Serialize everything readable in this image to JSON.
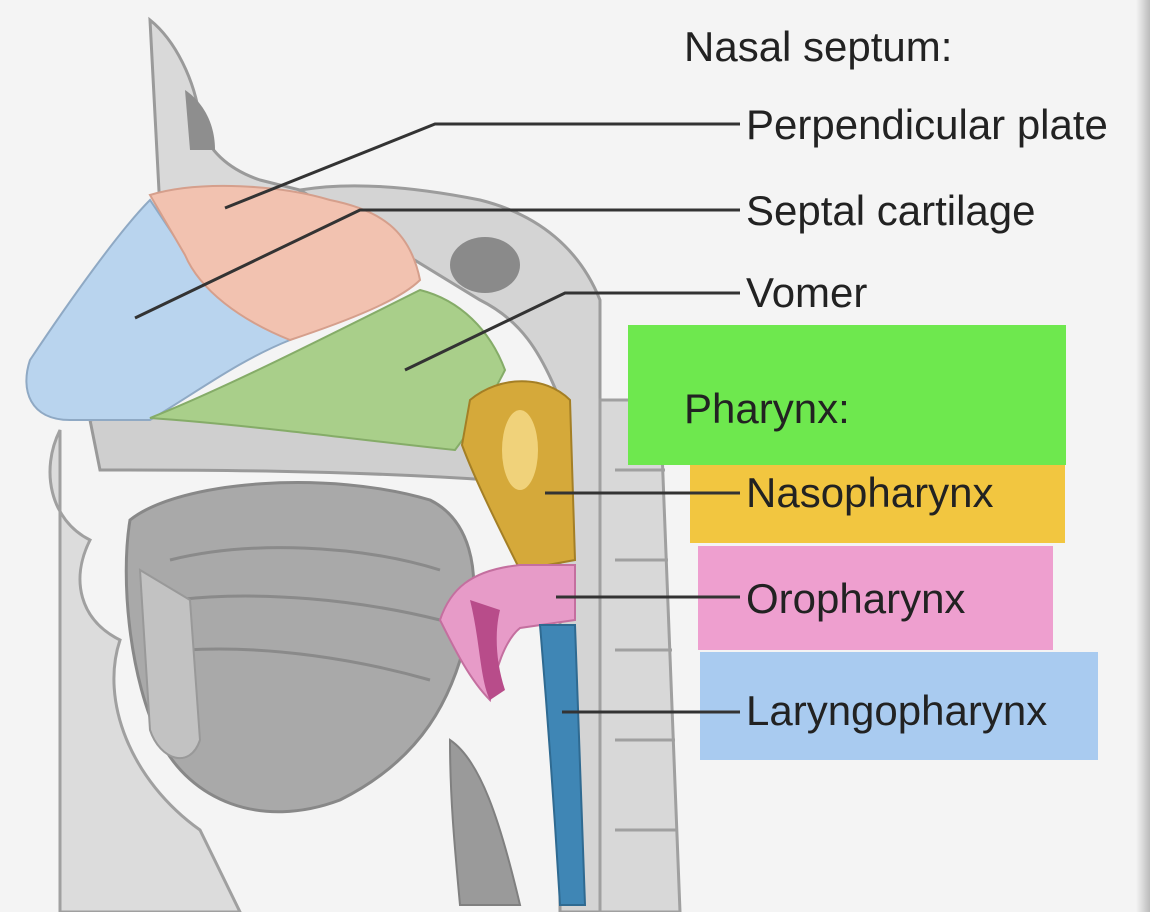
{
  "nasal_septum": {
    "heading": "Nasal septum:",
    "parts": [
      {
        "label": "Perpendicular plate",
        "color": "#f2c2b0"
      },
      {
        "label": "Septal cartilage",
        "color": "#b9d4ee"
      },
      {
        "label": "Vomer",
        "color": "#a9cf8a"
      }
    ]
  },
  "pharynx": {
    "heading": "Pharynx:",
    "heading_color": "#6ee84e",
    "parts": [
      {
        "label": "Nasopharynx",
        "color": "#f2c640"
      },
      {
        "label": "Oropharynx",
        "color": "#ee9fcf"
      },
      {
        "label": "Laryngopharynx",
        "color": "#a9cbf0"
      }
    ]
  }
}
